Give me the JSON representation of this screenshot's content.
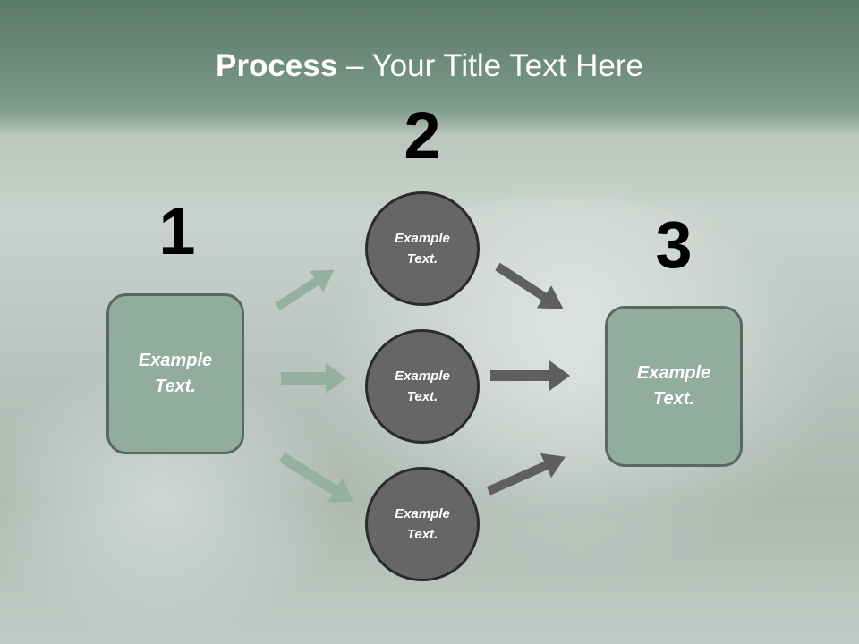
{
  "title": {
    "bold": "Process",
    "rest": " – Your Title Text Here"
  },
  "steps": {
    "one": "1",
    "two": "2",
    "three": "3"
  },
  "left_box": {
    "label": "Example Text."
  },
  "right_box": {
    "label": "Example Text."
  },
  "circles": [
    {
      "label": "Example Text."
    },
    {
      "label": "Example Text."
    },
    {
      "label": "Example Text."
    }
  ],
  "colors": {
    "box_fill": "#92ac9f",
    "circle_fill": "#666666",
    "green_arrow": "#94b0a2",
    "dark_arrow": "#5f5f5f"
  }
}
